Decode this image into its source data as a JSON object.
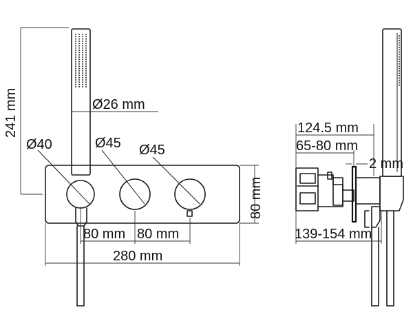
{
  "labels": {
    "height_241": "241 mm",
    "diam_hose": "Ø26 mm",
    "diam_40": "Ø40",
    "diam_45_a": "Ø45",
    "diam_45_b": "Ø45",
    "height_80": "80 mm",
    "spacing_80_a": "80 mm",
    "spacing_80_b": "80 mm",
    "width_280": "280 mm",
    "depth_124": "124.5 mm",
    "depth_65_80": "65-80 mm",
    "plate_2": "2 mm",
    "depth_139_154": "139-154 mm"
  }
}
